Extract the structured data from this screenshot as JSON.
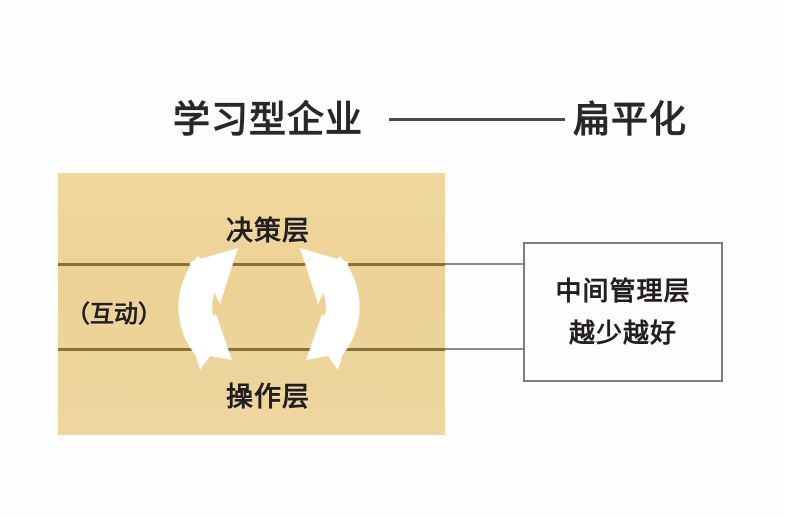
{
  "title": {
    "left": "学习型企业",
    "right": "扁平化",
    "connector": "horizontal-dash"
  },
  "diagram": {
    "tan_panel": {
      "fill_color": "#ecd295",
      "divider_color": "#8a7138",
      "labels": {
        "top": "决策层",
        "middle": "（互动）",
        "bottom": "操作层"
      }
    },
    "cycle": {
      "icon": "circular-arrows-icon",
      "color": "#ffffff",
      "direction": "clockwise"
    },
    "connectors": {
      "color": "#8b8b8f",
      "count": 2
    },
    "right_box": {
      "border_color": "#7c7c82",
      "fill_color": "#fdfdfd",
      "lines": [
        "中间管理层",
        "越少越好"
      ]
    }
  }
}
